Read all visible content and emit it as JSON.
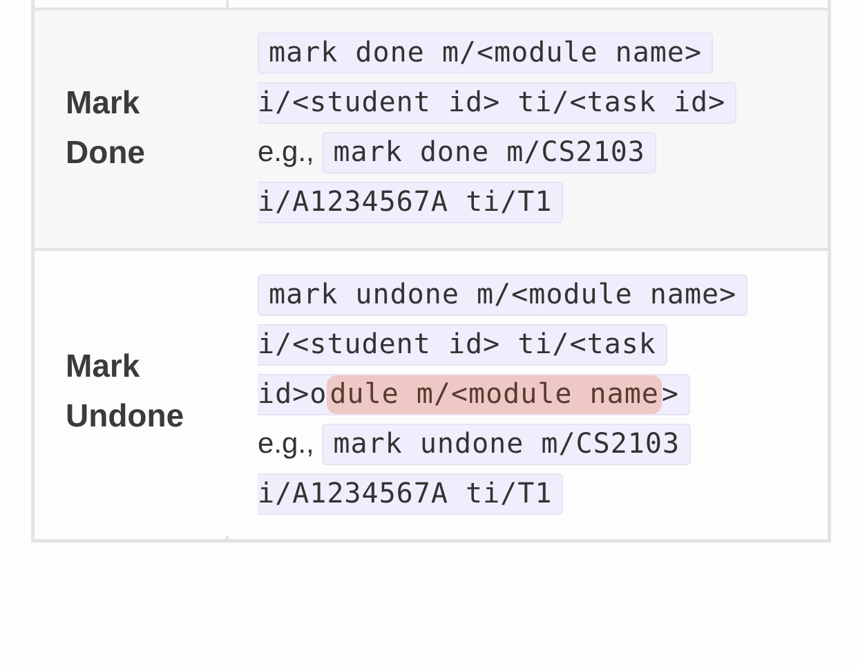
{
  "rows": [
    {
      "label_line1": "Mark",
      "label_line2": "Done",
      "format_line1": "mark done m/<module name>",
      "format_line2": "i/<student id> ti/<task id>",
      "eg_prefix": "e.g.,",
      "example_line1": "mark done m/CS2103",
      "example_line2": "i/A1234567A ti/T1"
    },
    {
      "label_line1": "Mark",
      "label_line2": "Undone",
      "format_line1": "mark undone m/<module name>",
      "format_line2": "i/<student id> ti/<task",
      "format_line3_a": "id>o",
      "format_line3_b": "dule m/<module name",
      "format_line3_c": ">",
      "eg_prefix": "e.g.,",
      "example_line1": "mark undone m/CS2103",
      "example_line2": "i/A1234567A ti/T1"
    }
  ],
  "colors": {
    "code_background": "#f0eefc",
    "table_border": "#e3e3e3",
    "highlight": "#eca896"
  }
}
